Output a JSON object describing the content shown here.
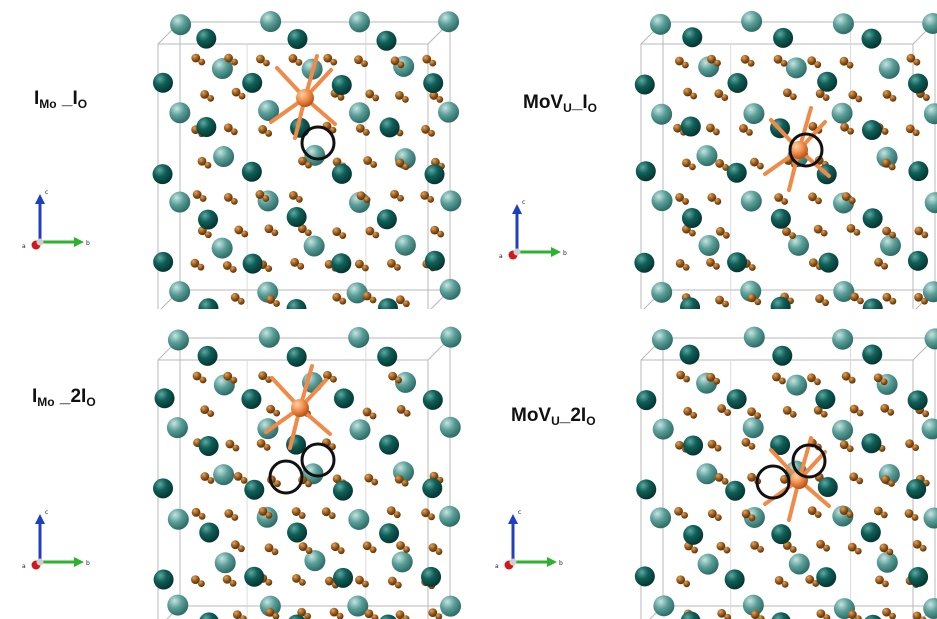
{
  "figure": {
    "atom_colors": {
      "u_dark": "#0f5f58",
      "u_light": "#5a9e98",
      "oxygen": "#9a5a1a",
      "dopant": "#f08a46",
      "marker": "#111111",
      "cell_edge": "#b8b8b8"
    },
    "axis_colors": {
      "c": "#1f3fbf",
      "b": "#2cb22c",
      "a": "#d01818"
    },
    "panels": [
      {
        "id": "top-left",
        "label_parts": [
          "I",
          "Mo",
          " _I",
          "O",
          ""
        ],
        "axes": {
          "c": "c",
          "b": "b",
          "a": "a"
        },
        "markers": 1,
        "dopant_site": "upper"
      },
      {
        "id": "top-right",
        "label_parts": [
          "MoV",
          "U",
          "_I",
          "O",
          ""
        ],
        "axes": {
          "c": "c",
          "b": "b",
          "a": "a"
        },
        "markers": 1,
        "dopant_site": "center"
      },
      {
        "id": "bottom-left",
        "label_parts": [
          "I",
          "Mo",
          " _2I",
          "O",
          ""
        ],
        "axes": {
          "c": "c",
          "b": "b",
          "a": "a"
        },
        "markers": 2,
        "dopant_site": "upper"
      },
      {
        "id": "bottom-right",
        "label_parts": [
          "MoV",
          "U",
          "_2I",
          "O",
          ""
        ],
        "axes": {
          "c": "c",
          "b": "b",
          "a": "a"
        },
        "markers": 2,
        "dopant_site": "center"
      }
    ]
  }
}
